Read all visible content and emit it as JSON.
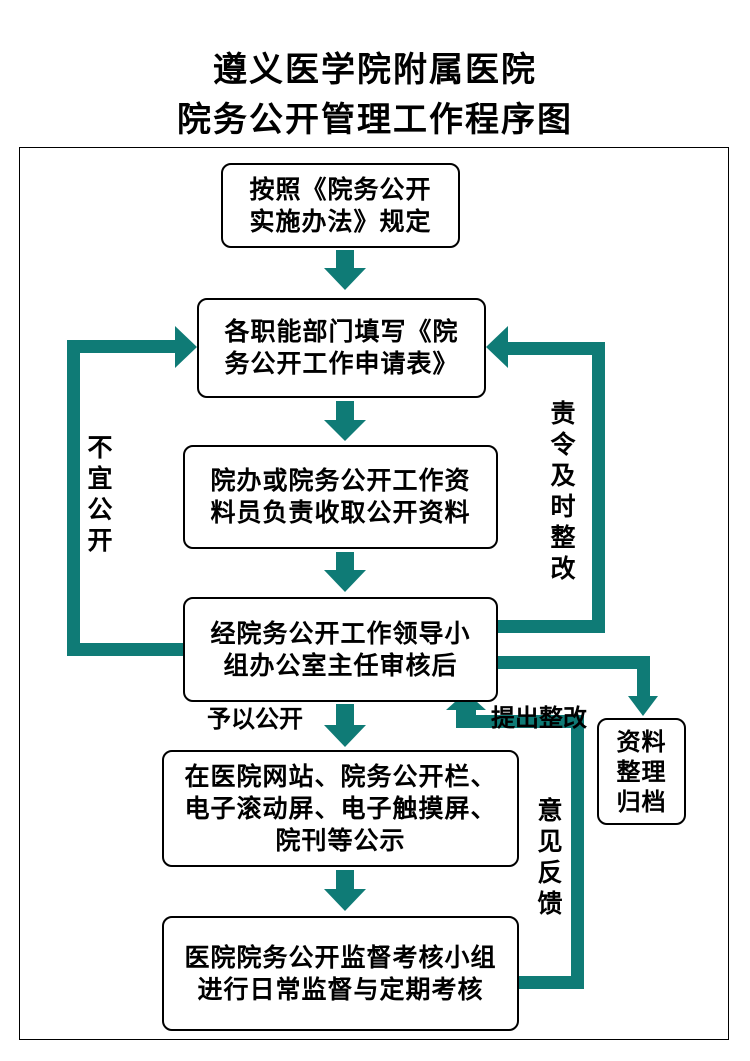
{
  "title": {
    "line1": "遵义医学院附属医院",
    "line2": "院务公开管理工作程序图"
  },
  "boxes": {
    "b1": {
      "line1": "按照《院务公开",
      "line2": "实施办法》规定"
    },
    "b2": {
      "line1": "各职能部门填写《院",
      "line2": "务公开工作申请表》"
    },
    "b3": {
      "line1": "院办或院务公开工作资",
      "line2": "料员负责收取公开资料"
    },
    "b4": {
      "line1": "经院务公开工作领导小",
      "line2": "组办公室主任审核后"
    },
    "b5": {
      "line1": "在医院网站、院务公开栏、",
      "line2": "电子滚动屏、电子触摸屏、",
      "line3": "院刊等公示"
    },
    "b6": {
      "line1": "医院院务公开监督考核小组",
      "line2": "进行日常监督与定期考核"
    },
    "b7": {
      "line1": "资料",
      "line2": "整理",
      "line3": "归档"
    }
  },
  "labels": {
    "not_public": "不宜公开",
    "rectify_in_time": "责令及时整改",
    "make_public": "予以公开",
    "propose_rectify": "提出整改",
    "feedback": "意见反馈"
  },
  "colors": {
    "arrow": "#0f7b76",
    "border": "#000000"
  }
}
